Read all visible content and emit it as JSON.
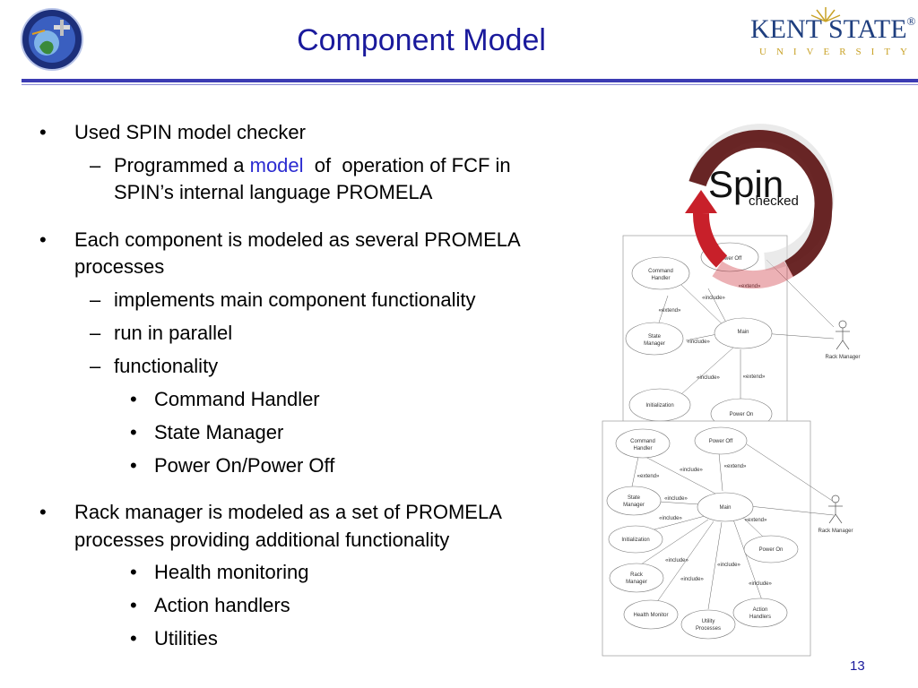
{
  "slide": {
    "title": "Component Model",
    "page_number": "13"
  },
  "logos": {
    "left_name": "mission-emblem",
    "right": {
      "main": "KENT STATE",
      "registered": "®",
      "sub": "UNIVERSITY"
    }
  },
  "bullets": {
    "b1": "Used SPIN model checker",
    "b1_s1_pre": "Programmed a ",
    "b1_s1_highlight": "model",
    "b1_s1_post": "  of  operation of FCF in",
    "b1_s1_cont": "SPIN’s internal language PROMELA",
    "b2_l1": "Each component is modeled as several PROMELA",
    "b2_l2": "processes",
    "b2_s1": "implements main component functionality",
    "b2_s2": "run in parallel",
    "b2_s3": "functionality",
    "b2_s3_i1": "Command Handler",
    "b2_s3_i2": "State Manager",
    "b2_s3_i3": "Power On/Power Off",
    "b3_l1": "Rack manager is modeled as a set of PROMELA",
    "b3_l2": "processes providing additional functionality",
    "b3_i1": "Health monitoring",
    "b3_i2": "Action handlers",
    "b3_i3": "Utilities"
  },
  "markers": {
    "dot": "•",
    "dash": "–"
  },
  "spin_logo": {
    "word1": "Spin",
    "word2": "checked"
  },
  "diagram_top": {
    "command_handler_1": "Command",
    "command_handler_2": "Handler",
    "power_off": "Power Off",
    "state_manager_1": "State",
    "state_manager_2": "Manager",
    "main": "Main",
    "initialization": "Initialization",
    "power_on": "Power On",
    "actor": "Rack Manager",
    "extend": "«extend»",
    "include": "«include»"
  },
  "diagram_bottom": {
    "command_handler_1": "Command",
    "command_handler_2": "Handler",
    "power_off": "Power Off",
    "state_manager_1": "State",
    "state_manager_2": "Manager",
    "main": "Main",
    "initialization": "Initialization",
    "power_on": "Power On",
    "rack_manager_1": "Rack",
    "rack_manager_2": "Manager",
    "health_monitor": "Health Monitor",
    "utility_1": "Utility",
    "utility_2": "Processes",
    "action_1": "Action",
    "action_2": "Handlers",
    "actor": "Rack Manager",
    "extend": "«extend»",
    "include": "«include»"
  },
  "colors": {
    "title": "#1a1a9c",
    "highlight": "#2b2bd1",
    "rule": "#3b3bb3",
    "spin_red": "#c8202a"
  }
}
